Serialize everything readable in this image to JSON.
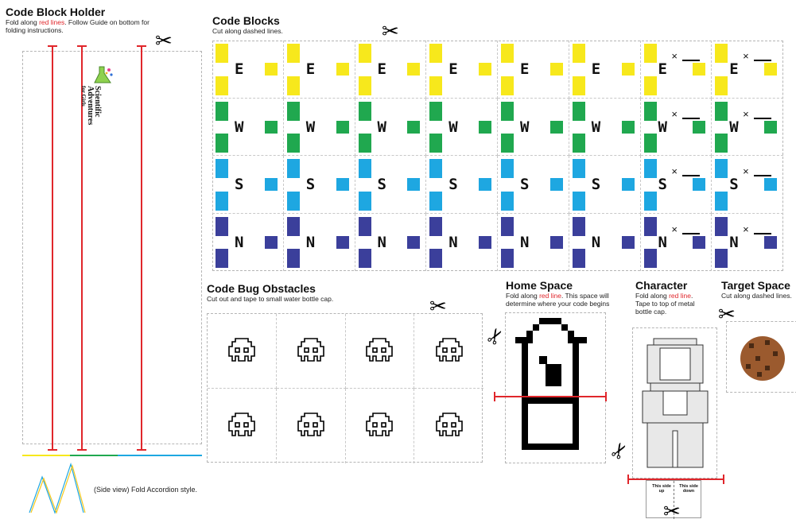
{
  "holder": {
    "title": "Code Block Holder",
    "line1_a": "Fold along ",
    "line1_red": "red lines",
    "line1_b": ". Follow Guide on bottom for",
    "line2": "folding instructions.",
    "logo_line1": "Scientific",
    "logo_line2": "Adventures",
    "logo_line3": "for Girls",
    "side_view": "(Side view) Fold Accordion style."
  },
  "code_blocks": {
    "title": "Code Blocks",
    "subtitle": "Cut along dashed lines.",
    "rows": [
      {
        "letter": "E",
        "color": "#f7e81c"
      },
      {
        "letter": "W",
        "color": "#20a84f"
      },
      {
        "letter": "S",
        "color": "#1ea7e1"
      },
      {
        "letter": "N",
        "color": "#3b3f9b"
      }
    ],
    "multiplier_mark": "×"
  },
  "obstacles": {
    "title": "Code Bug Obstacles",
    "subtitle": "Cut out and tape to small water bottle cap."
  },
  "home": {
    "title": "Home Space",
    "line1_a": "Fold along ",
    "line1_red": "red line",
    "line1_b": ". This space will",
    "line2": "determine where your code begins"
  },
  "character": {
    "title": "Character",
    "line1_a": "Fold along ",
    "line1_red": "red line",
    "line1_b": ".",
    "line2": "Tape to top of metal",
    "line3": "bottle cap.",
    "tab_left": "This side up",
    "tab_right": "This side down"
  },
  "target": {
    "title": "Target Space",
    "subtitle": "Cut along dashed lines."
  },
  "icons": [
    "scissors-icon",
    "bug-icon",
    "cookie-icon",
    "flask-logo-icon"
  ]
}
